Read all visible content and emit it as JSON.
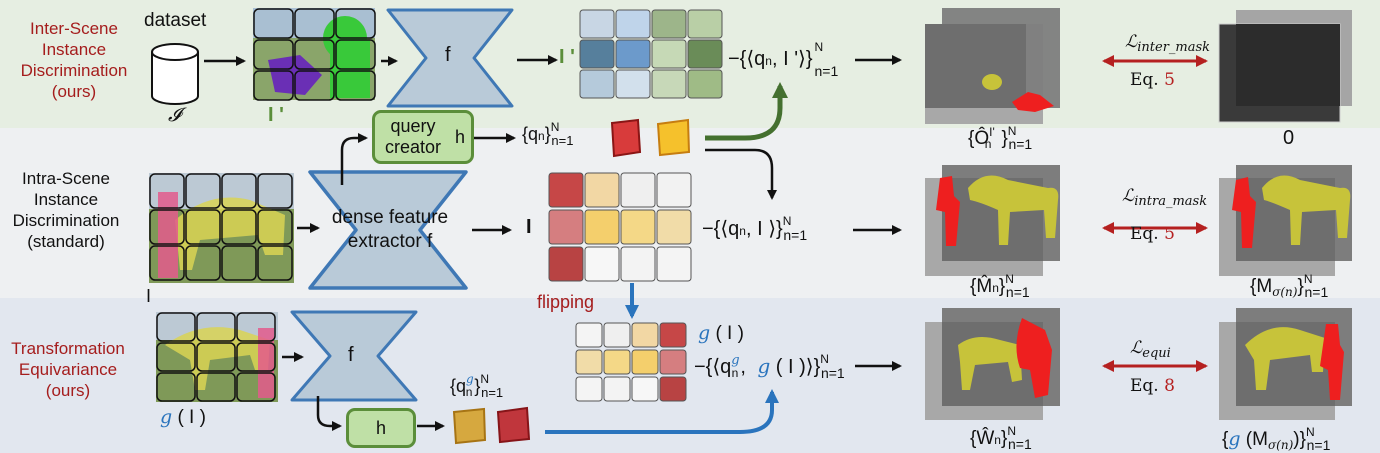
{
  "rows": {
    "inter": {
      "label": [
        "Inter-Scene",
        "Instance",
        "Discrimination",
        "(ours)"
      ]
    },
    "intra": {
      "label": [
        "Intra-Scene",
        "Instance",
        "Discrimination",
        "(standard)"
      ]
    },
    "equi": {
      "label": [
        "Transformation",
        "Equivariance",
        "(ours)"
      ]
    }
  },
  "top": {
    "dataset_label": "dataset",
    "dataset_symbol": "𝓘",
    "image_label": "I '",
    "encoder": "f",
    "feature_label": "I '",
    "query_pair": "−{⟨q",
    "query_pair_tail": ", I '⟩}",
    "query_pair_sub": "n",
    "range": "N",
    "range_low": "n=1",
    "mask_label": "{Ô",
    "mask_label_sup": "I'",
    "mask_label_sub": "n",
    "loss": "ℒ",
    "loss_sub": "inter_mask",
    "eq_text": "Eq.",
    "eq_num": "5",
    "target_label": "0"
  },
  "middle": {
    "query_creator": [
      "query",
      "creator"
    ],
    "query_creator_h": "h",
    "queries": "{q",
    "queries_sub": "n",
    "extractor": [
      "dense feature",
      "extractor f"
    ],
    "image_label": "I",
    "feature_label": "I",
    "query_pair": "−{⟨q",
    "query_pair_sub": "n",
    "query_pair_tail": ", I ⟩}",
    "mask_label": "{M̂",
    "mask_label_sub": "n",
    "loss": "ℒ",
    "loss_sub": "intra_mask",
    "eq_text": "Eq.",
    "eq_num": "5",
    "target_label": "{M",
    "target_sub": "σ(n)"
  },
  "bottom": {
    "flipping": "flipping",
    "encoder": "f",
    "h_box": "h",
    "image_label_g": "g",
    "image_label_rest": " ( I )",
    "queries": "{q",
    "queries_sup": "g",
    "queries_sub": "n",
    "feature_g": "g",
    "feature_rest": " ( I )",
    "query_pair": "−{⟨q",
    "query_pair_sup": "g",
    "query_pair_sub": "n",
    "query_pair_g": "g",
    "query_pair_tail": " ( I )⟩}",
    "mask_label": "{Ŵ",
    "mask_label_sub": "n",
    "loss": "ℒ",
    "loss_sub": "equi",
    "eq_text": "Eq.",
    "eq_num": "8",
    "target_g": "g",
    "target_rest": " (M",
    "target_sub": "σ(n)",
    "target_tail": ")}"
  },
  "colors": {
    "top_band": "#e6eee2",
    "middle_band": "#eef0f2",
    "bottom_band": "#e2e7ef",
    "encoder_fill": "#b9cad8",
    "encoder_stroke": "#3f78b5",
    "green_arrow": "#44702f",
    "blue_arrow": "#2a74bd",
    "loss_arrow": "#b52020",
    "mask_red": "#ee1f1f",
    "mask_yellow": "#c7c33a"
  }
}
